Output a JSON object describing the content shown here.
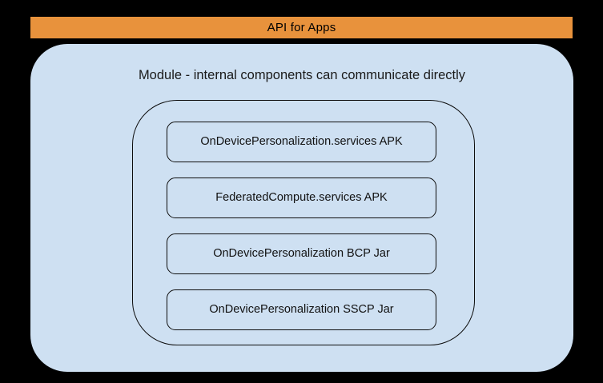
{
  "diagram": {
    "background_color": "#000000",
    "banner": {
      "label": "API for Apps",
      "background_color": "#E8923C",
      "text_color": "#000000"
    },
    "module_panel": {
      "caption": "Module - internal components can communicate directly",
      "background_color": "#CEE0F2",
      "border_color": "#0d0d0d"
    },
    "components": [
      {
        "label": "OnDevicePersonalization.services APK"
      },
      {
        "label": "FederatedCompute.services APK"
      },
      {
        "label": "OnDevicePersonalization BCP Jar"
      },
      {
        "label": "OnDevicePersonalization SSCP Jar"
      }
    ]
  }
}
